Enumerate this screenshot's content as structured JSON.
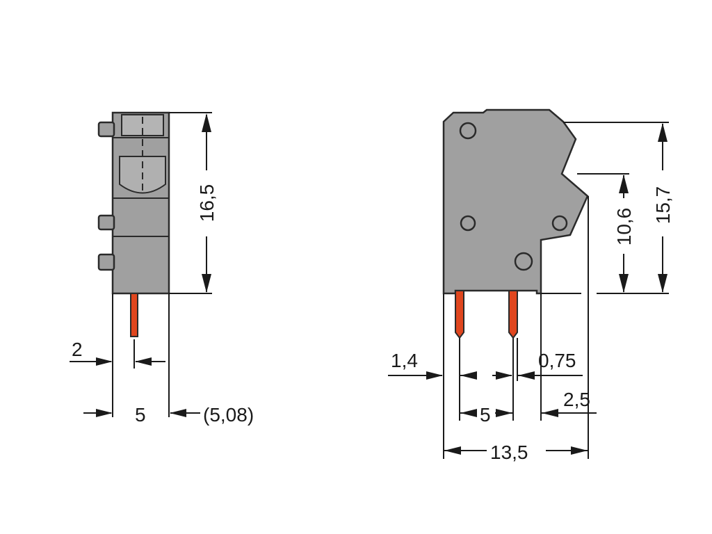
{
  "dimensions": {
    "side_height": "16,5",
    "side_offset": "2",
    "side_pitch": "5",
    "side_pitch_alt": "(5,08)",
    "front_height_total": "15,7",
    "front_height_upper": "10,6",
    "front_edge_offset": "1,4",
    "front_pin_width": "0,75",
    "front_pitch": "5",
    "front_rear_offset": "2,5",
    "front_width": "13,5"
  },
  "colors": {
    "housing": "#a0a0a0",
    "pin": "#e0461e",
    "outline": "#2a2a2a"
  }
}
